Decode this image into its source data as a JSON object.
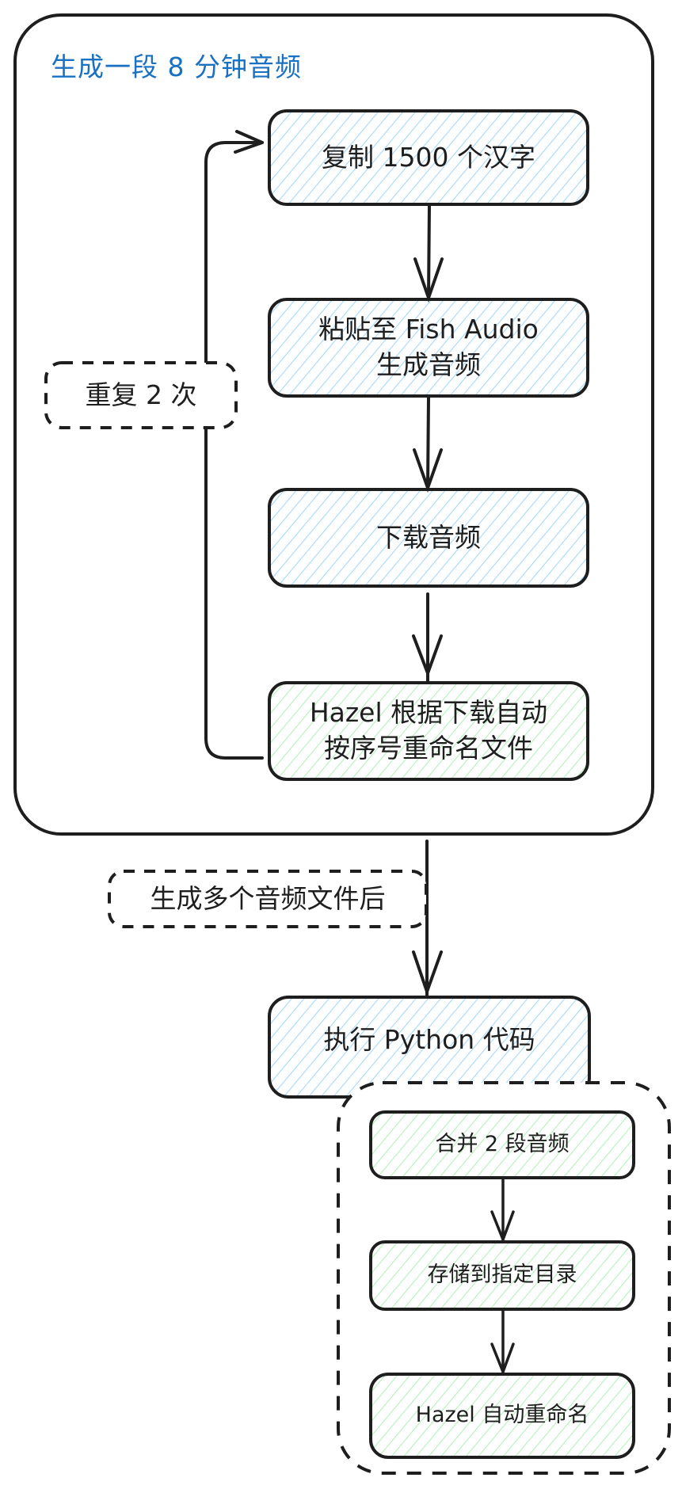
{
  "title": "生成一段 8 分钟音频",
  "colors": {
    "title": "#1971c2",
    "stroke": "#1e1e1e",
    "blue_hatch": "#a5d8ff",
    "green_hatch": "#b2f2bb"
  },
  "loop": {
    "label": "重复 2 次",
    "steps": [
      {
        "id": "copy",
        "label": "复制 1500 个汉字",
        "fill": "blue"
      },
      {
        "id": "paste",
        "label": "粘贴至 Fish Audio\n生成音频",
        "fill": "blue"
      },
      {
        "id": "download",
        "label": "下载音频",
        "fill": "blue"
      },
      {
        "id": "hazel-rename-files",
        "label": "Hazel 根据下载自动\n按序号重命名文件",
        "fill": "green"
      }
    ]
  },
  "transition_label": "生成多个音频文件后",
  "python": {
    "label": "执行 Python 代码",
    "fill": "blue",
    "substeps": [
      {
        "id": "merge",
        "label": "合并 2 段音频",
        "fill": "green"
      },
      {
        "id": "store",
        "label": "存储到指定目录",
        "fill": "green"
      },
      {
        "id": "hazel-rename",
        "label": "Hazel 自动重命名",
        "fill": "green"
      }
    ]
  }
}
